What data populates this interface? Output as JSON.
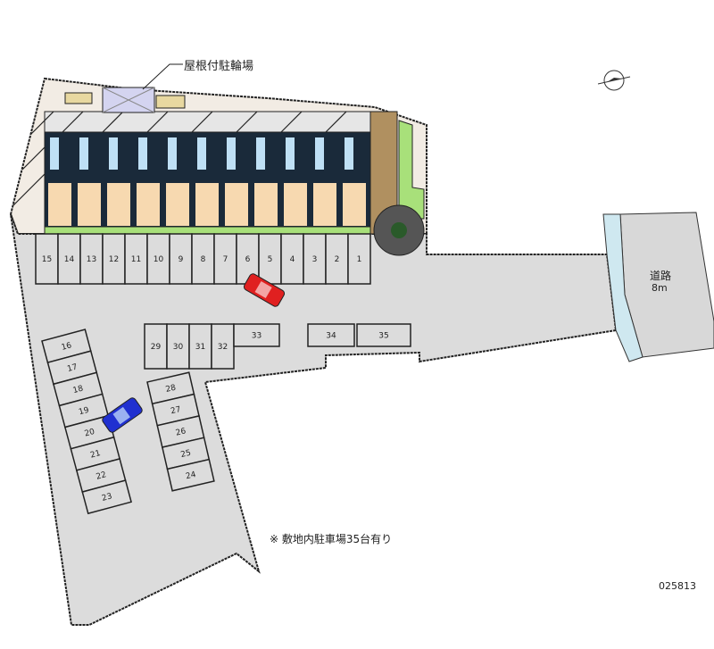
{
  "labels": {
    "covered_bicycle_parking": "屋根付駐輪場",
    "road_name": "道路",
    "road_width": "8m",
    "parking_note": "※ 敷地内駐車場35台有り",
    "map_code": "025813"
  },
  "parking": {
    "top_row": [
      "15",
      "14",
      "13",
      "12",
      "11",
      "10",
      "9",
      "8",
      "7",
      "6",
      "5",
      "4",
      "3",
      "2",
      "1"
    ],
    "left_column": [
      "16",
      "17",
      "18",
      "19",
      "20",
      "21",
      "22",
      "23"
    ],
    "center_column": [
      "28",
      "27",
      "26",
      "25",
      "24"
    ],
    "middle_row": [
      "29",
      "30",
      "31",
      "32"
    ],
    "wide_33": "33",
    "wide_34": "34",
    "wide_35": "35"
  },
  "colors": {
    "lot": "#dcdcdc",
    "road": "#d8d8d8",
    "building_room": "#f7d9b0",
    "building_blue": "#bfe0f5",
    "green": "#a8e07a",
    "car_red": "#e02020",
    "car_blue": "#2030d0"
  }
}
